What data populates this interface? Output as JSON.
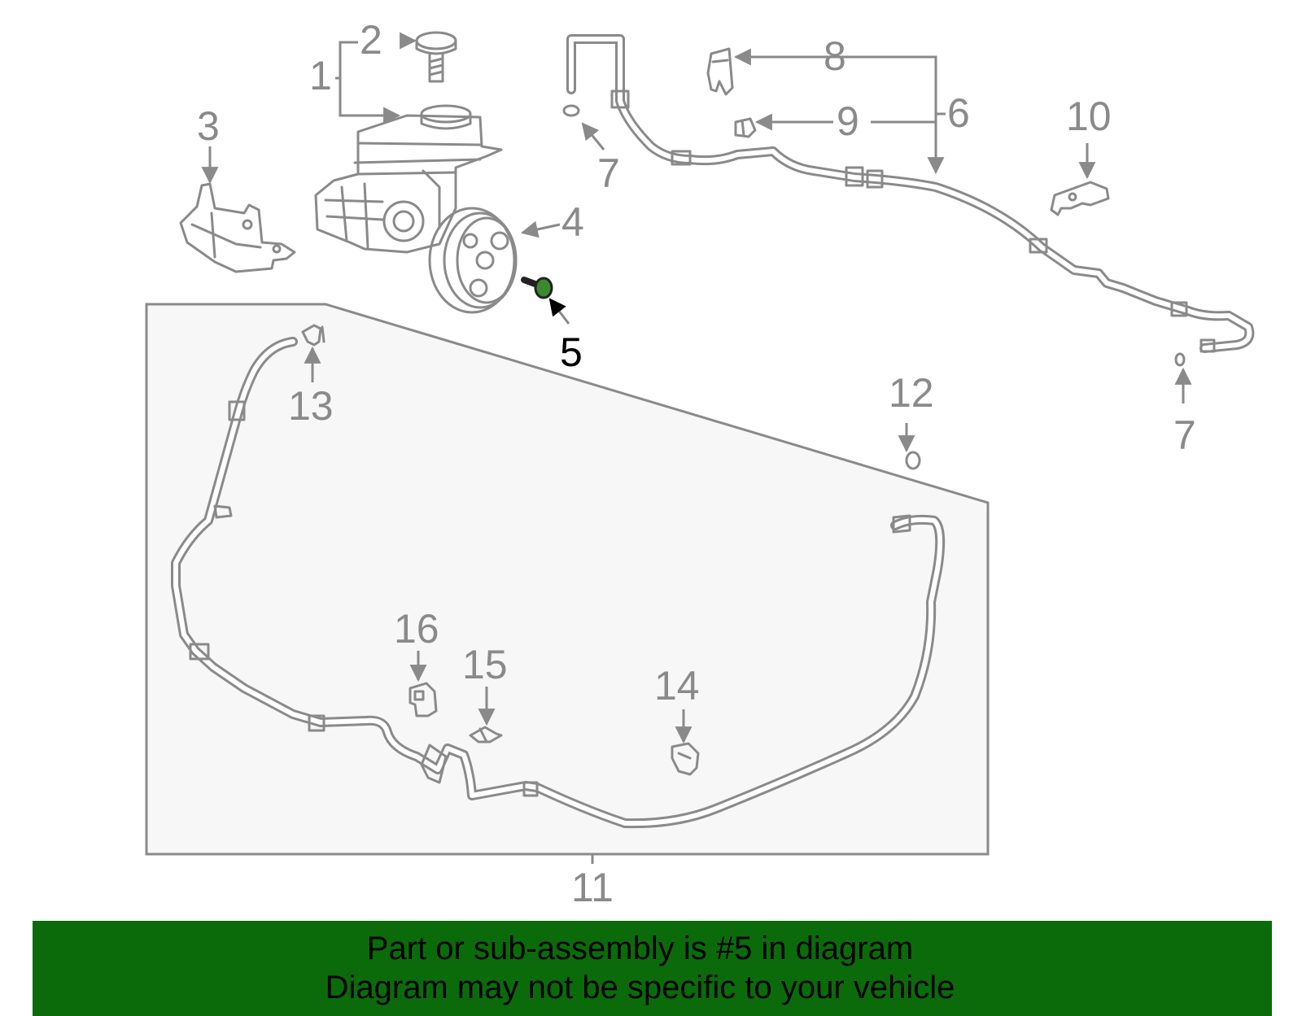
{
  "colors": {
    "line": "#8a8a8a",
    "highlight_part": "#3c8a2e",
    "highlight_label": "#000000",
    "panel_fill": "#f7f7f7",
    "banner_bg": "#0b6b0b"
  },
  "callouts": [
    {
      "id": "1",
      "text": "1"
    },
    {
      "id": "2",
      "text": "2"
    },
    {
      "id": "3",
      "text": "3"
    },
    {
      "id": "4",
      "text": "4"
    },
    {
      "id": "5",
      "text": "5",
      "highlighted": true
    },
    {
      "id": "6",
      "text": "6"
    },
    {
      "id": "7a",
      "text": "7"
    },
    {
      "id": "7b",
      "text": "7"
    },
    {
      "id": "8",
      "text": "8"
    },
    {
      "id": "9",
      "text": "9"
    },
    {
      "id": "10",
      "text": "10"
    },
    {
      "id": "11",
      "text": "11"
    },
    {
      "id": "12",
      "text": "12"
    },
    {
      "id": "13",
      "text": "13"
    },
    {
      "id": "14",
      "text": "14"
    },
    {
      "id": "15",
      "text": "15"
    },
    {
      "id": "16",
      "text": "16"
    }
  ],
  "banner": {
    "line1": "Part or sub-assembly is #5 in diagram",
    "line2": "Diagram may not be specific to your vehicle"
  }
}
